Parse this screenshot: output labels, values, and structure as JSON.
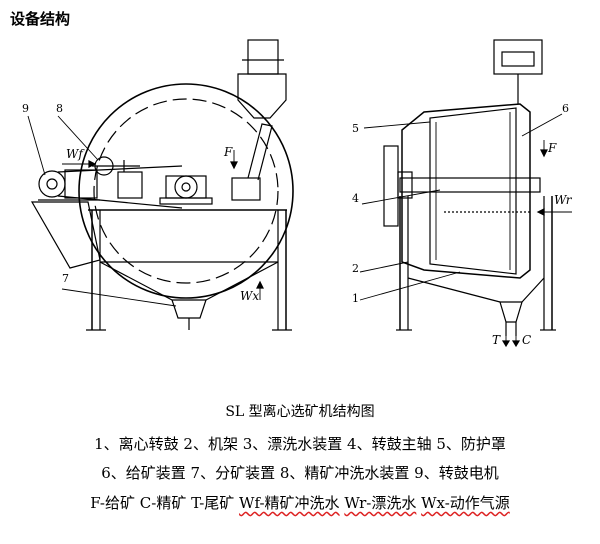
{
  "page": {
    "heading": "设备结构"
  },
  "figure": {
    "left_callouts": [
      "9",
      "8",
      "7"
    ],
    "right_callouts": [
      "5",
      "6",
      "4",
      "2",
      "1"
    ],
    "flow_labels": {
      "wf": "Wf",
      "f_left": "F",
      "wx": "Wx",
      "f_right": "F",
      "wr": "Wr",
      "t": "T",
      "c": "C"
    }
  },
  "caption": {
    "title": "SL 型离心选矿机结构图",
    "line1": "1、离心转鼓 2、机架 3、漂洗水装置 4、转鼓主轴 5、防护罩",
    "line2": "6、给矿装置 7、分矿装置 8、精矿冲洗水装置 9、转鼓电机",
    "line3_items": [
      {
        "text": "F-给矿",
        "wavy": false
      },
      {
        "text": "C-精矿",
        "wavy": false
      },
      {
        "text": "T-尾矿",
        "wavy": false
      },
      {
        "text": "Wf-精矿冲洗水",
        "wavy": true
      },
      {
        "text": "Wr-漂洗水",
        "wavy": true
      },
      {
        "text": "Wx-动作气源",
        "wavy": true
      }
    ]
  }
}
